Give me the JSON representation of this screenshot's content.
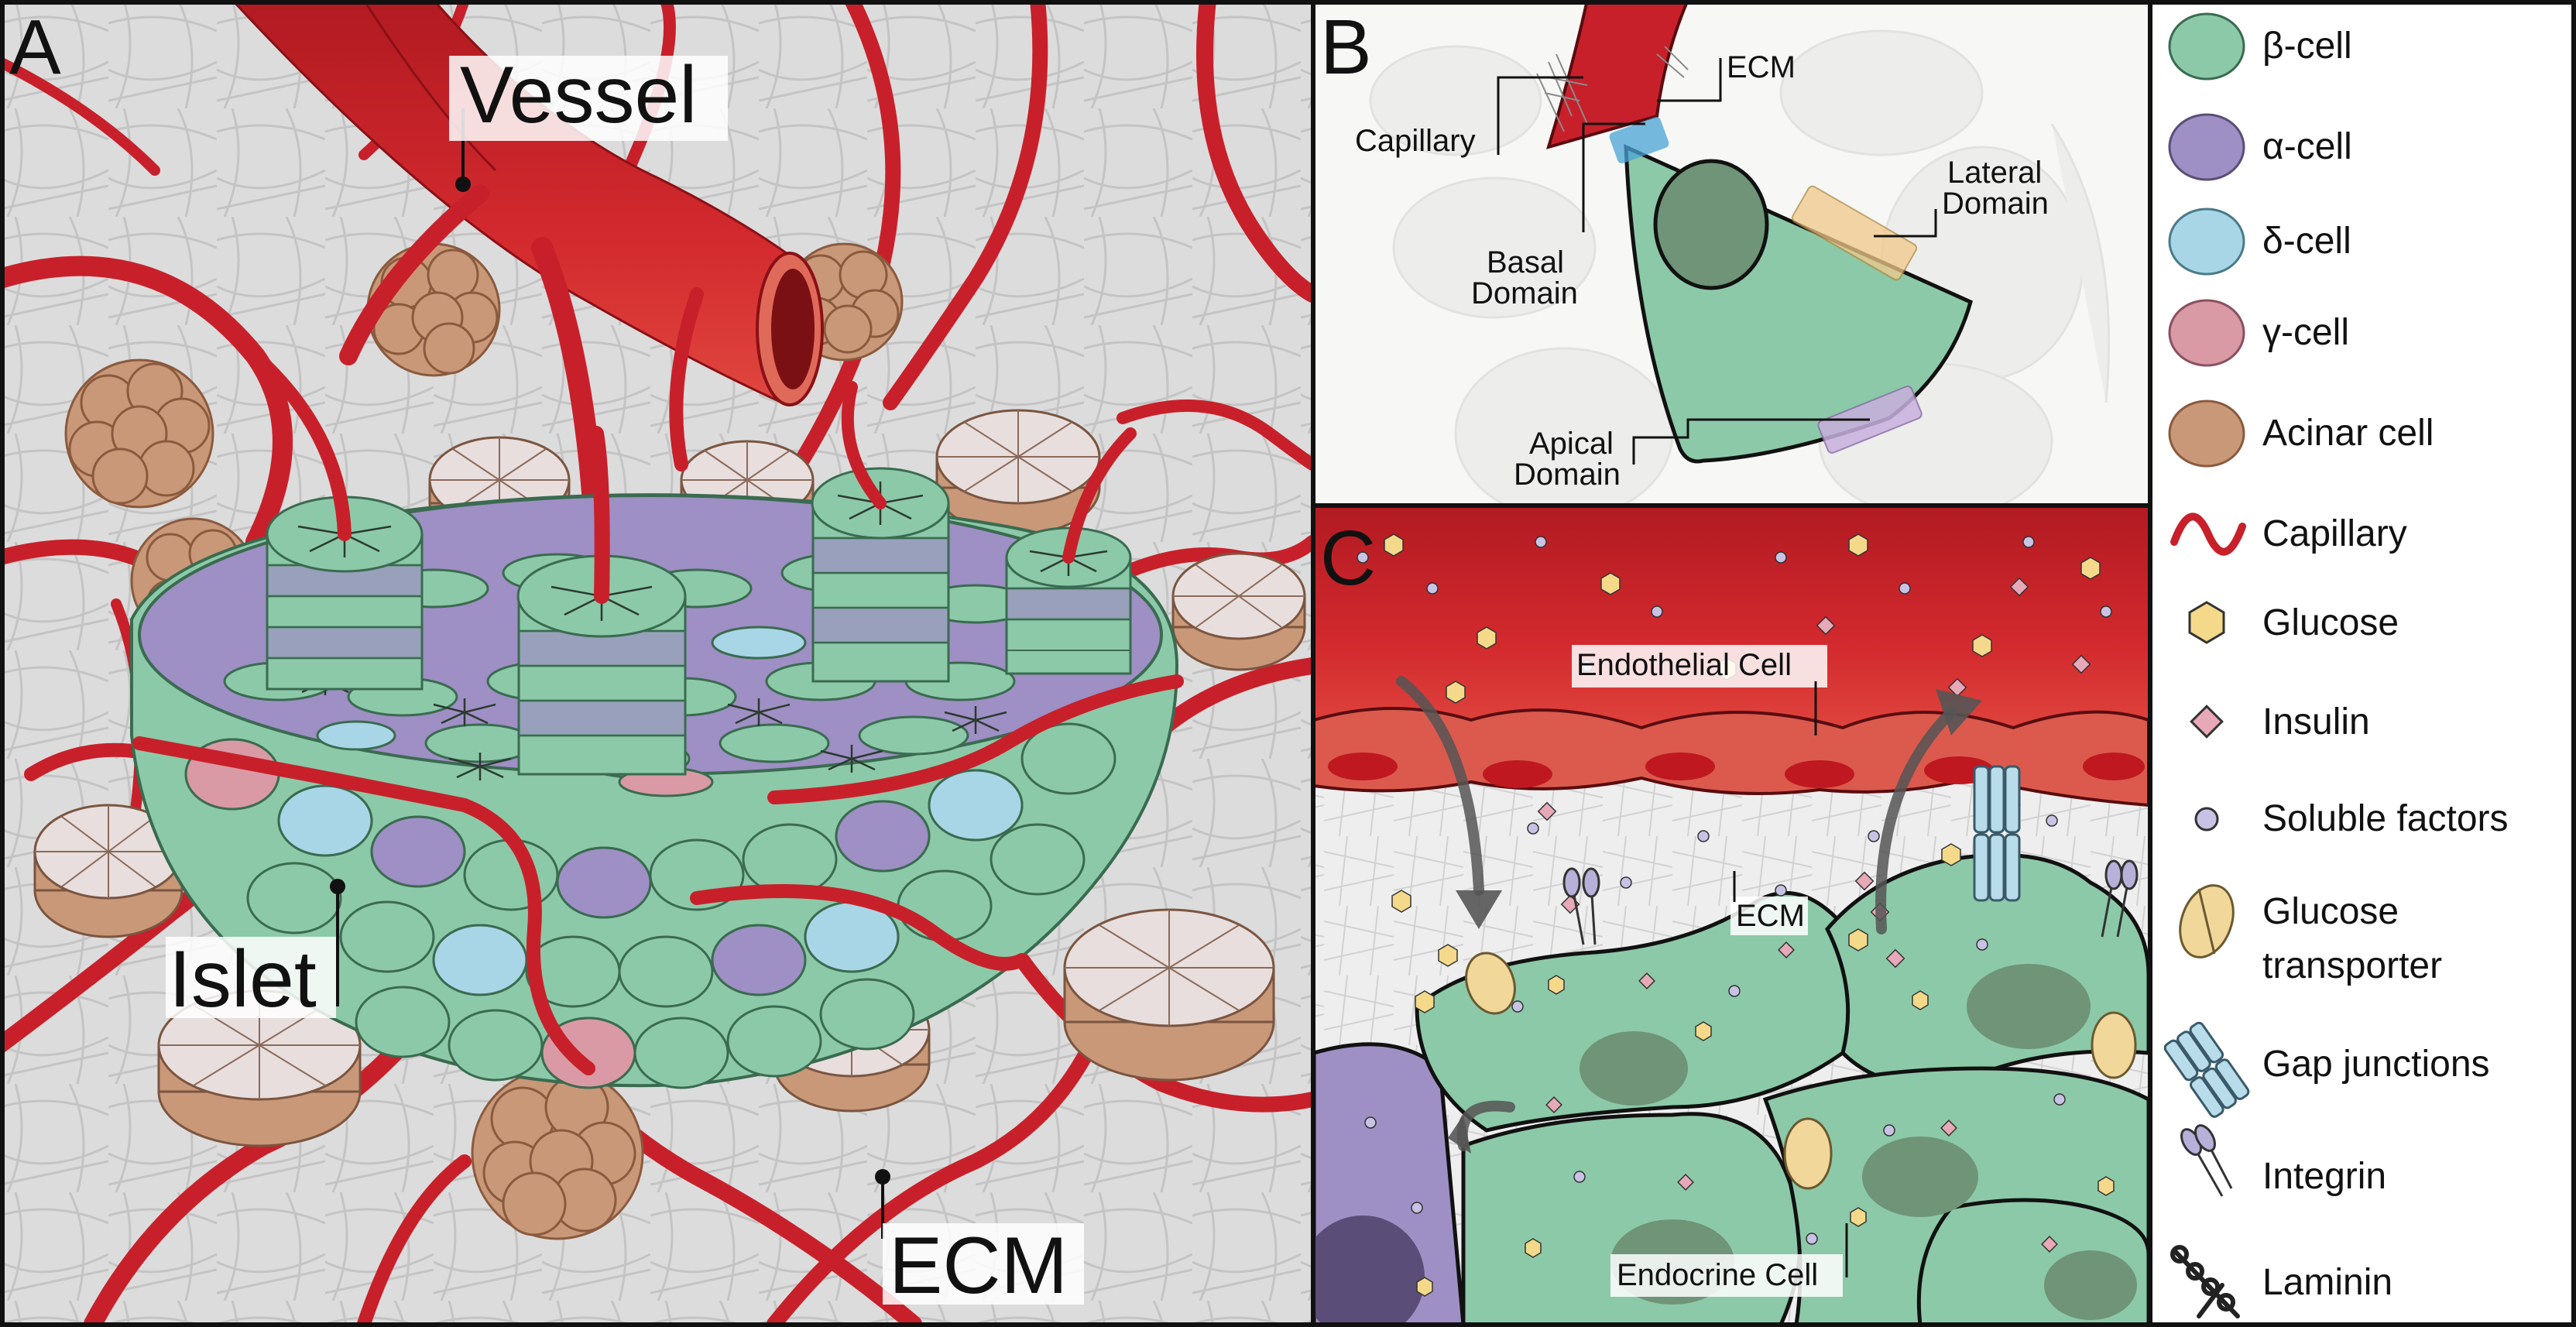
{
  "panels": {
    "a": {
      "letter": "A",
      "labels": {
        "vessel": "Vessel",
        "islet": "Islet",
        "ecm": "ECM"
      }
    },
    "b": {
      "letter": "B",
      "labels": {
        "ecm": "ECM",
        "capillary": "Capillary",
        "lateral_domain_1": "Lateral",
        "lateral_domain_2": "Domain",
        "basal_domain_1": "Basal",
        "basal_domain_2": "Domain",
        "apical_domain_1": "Apical",
        "apical_domain_2": "Domain"
      }
    },
    "c": {
      "letter": "C",
      "labels": {
        "endothelial_cell": "Endothelial Cell",
        "ecm": "ECM",
        "endocrine_cell": "Endocrine Cell"
      }
    }
  },
  "legend": {
    "items": [
      {
        "label": "β-cell",
        "icon": "beta-cell-icon",
        "color": "#8cc9a8"
      },
      {
        "label": "α-cell",
        "icon": "alpha-cell-icon",
        "color": "#9e8fc4"
      },
      {
        "label": "δ-cell",
        "icon": "delta-cell-icon",
        "color": "#a9d6e6"
      },
      {
        "label": "γ-cell",
        "icon": "gamma-cell-icon",
        "color": "#d99aa5"
      },
      {
        "label": "Acinar cell",
        "icon": "acinar-cell-icon",
        "color": "#c99878"
      },
      {
        "label": "Capillary",
        "icon": "capillary-icon",
        "color": "#c8202a"
      },
      {
        "label": "Glucose",
        "icon": "glucose-icon",
        "color": "#f4d98a"
      },
      {
        "label": "Insulin",
        "icon": "insulin-icon",
        "color": "#e7a9b8"
      },
      {
        "label": "Soluble factors",
        "icon": "soluble-factor-icon",
        "color": "#c8c2e4"
      },
      {
        "label": "Glucose",
        "label2": "transporter",
        "icon": "glucose-transporter-icon",
        "color": "#f2d79a"
      },
      {
        "label": "Gap junctions",
        "icon": "gap-junction-icon",
        "color": "#b8dcea"
      },
      {
        "label": "Integrin",
        "icon": "integrin-icon",
        "color": "#b7b0d8"
      },
      {
        "label": "Laminin",
        "icon": "laminin-icon",
        "color": "#444444"
      }
    ]
  }
}
